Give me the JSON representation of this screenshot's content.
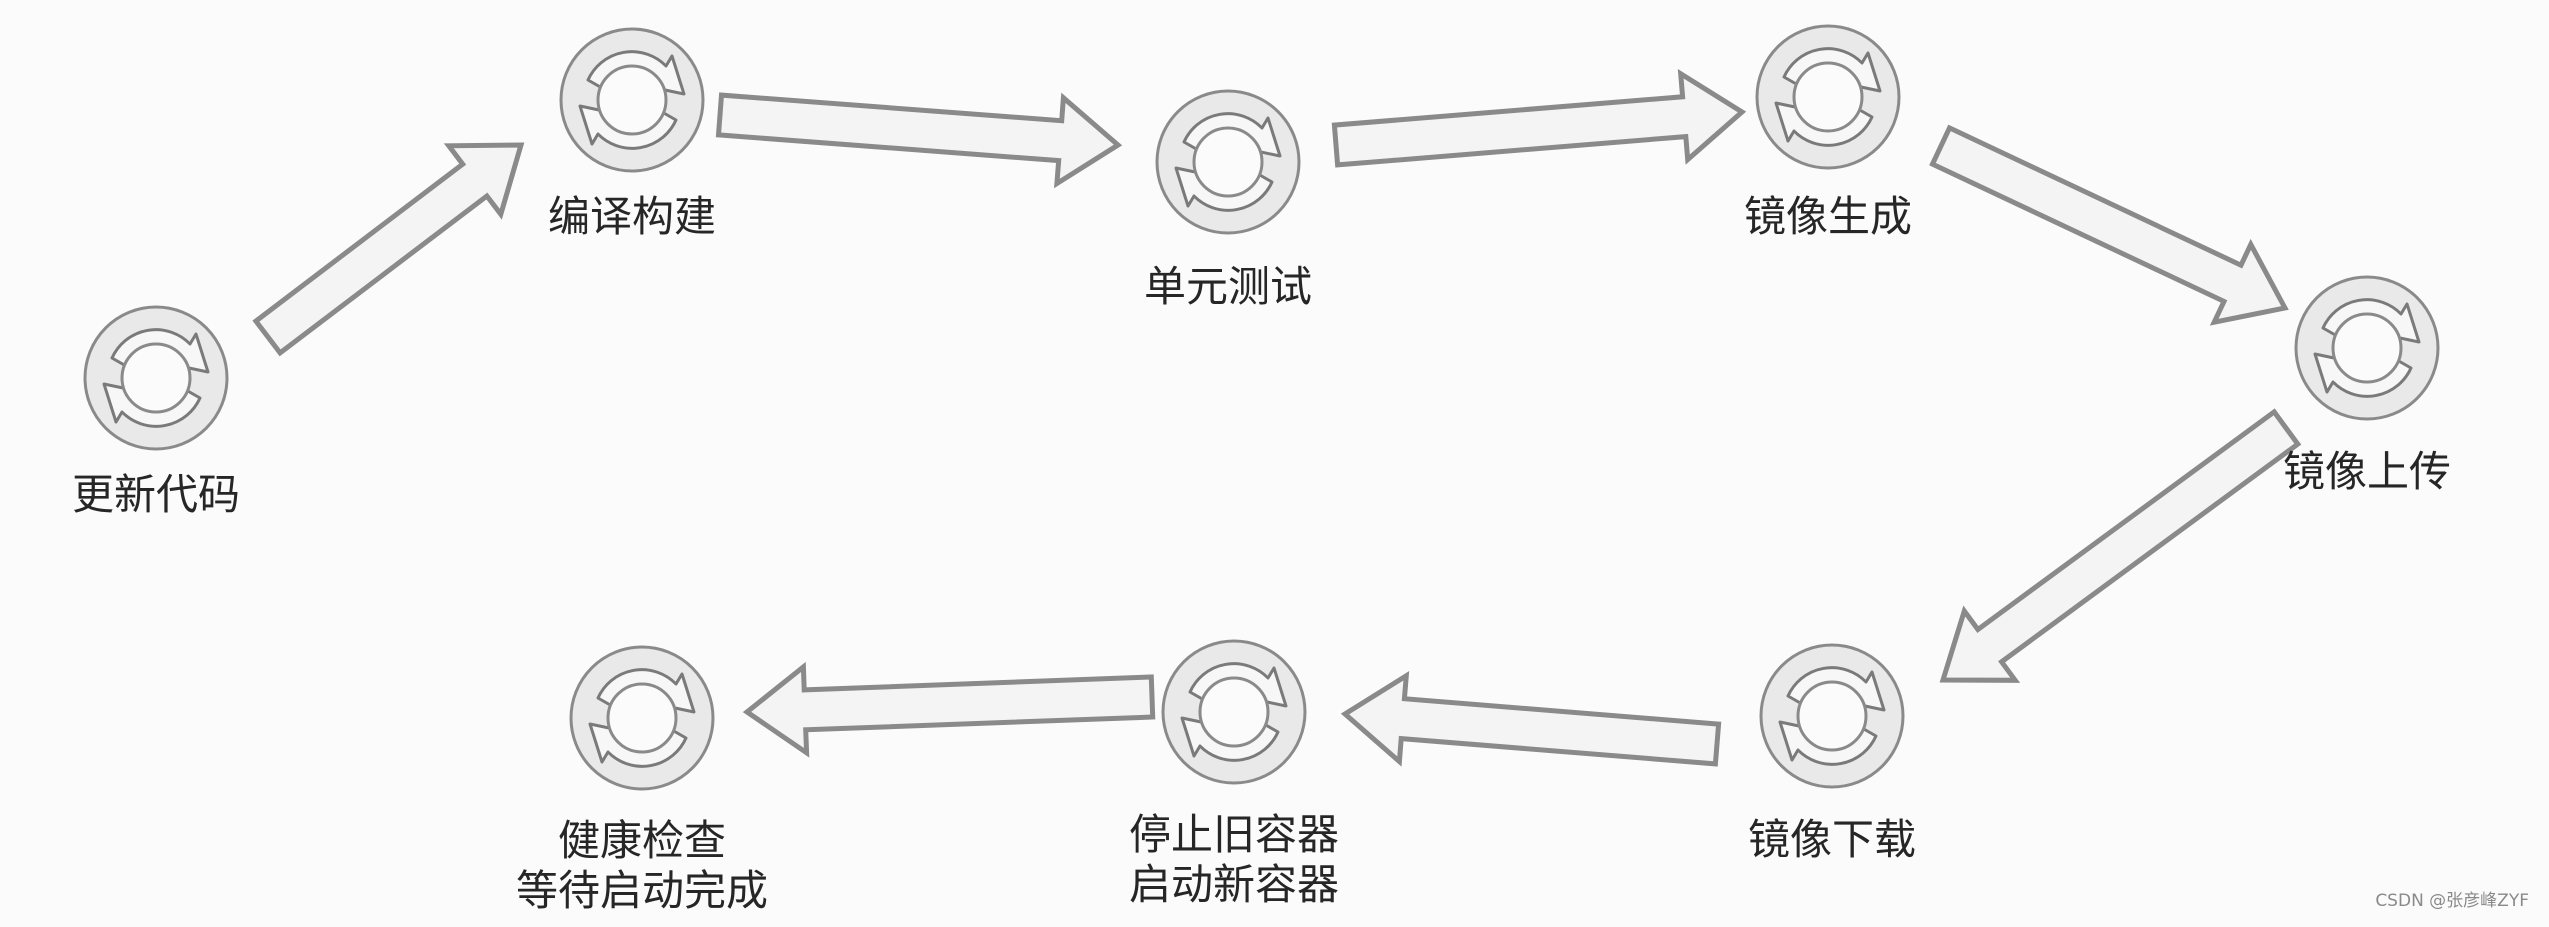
{
  "stages": [
    {
      "id": "update-code",
      "lines": [
        "更新代码"
      ]
    },
    {
      "id": "compile-build",
      "lines": [
        "编译构建"
      ]
    },
    {
      "id": "unit-test",
      "lines": [
        "单元测试"
      ]
    },
    {
      "id": "image-build",
      "lines": [
        "镜像生成"
      ]
    },
    {
      "id": "image-push",
      "lines": [
        "镜像上传"
      ]
    },
    {
      "id": "image-pull",
      "lines": [
        "镜像下载"
      ]
    },
    {
      "id": "restart-container",
      "lines": [
        "停止旧容器",
        "启动新容器"
      ]
    },
    {
      "id": "health-check",
      "lines": [
        "健康检查",
        "等待启动完成"
      ]
    }
  ],
  "watermark": "CSDN @张彦峰ZYF",
  "style": {
    "arrow_fill": "#f4f4f4",
    "arrow_stroke": "#8a8a8a",
    "icon_stroke": "#808080"
  }
}
